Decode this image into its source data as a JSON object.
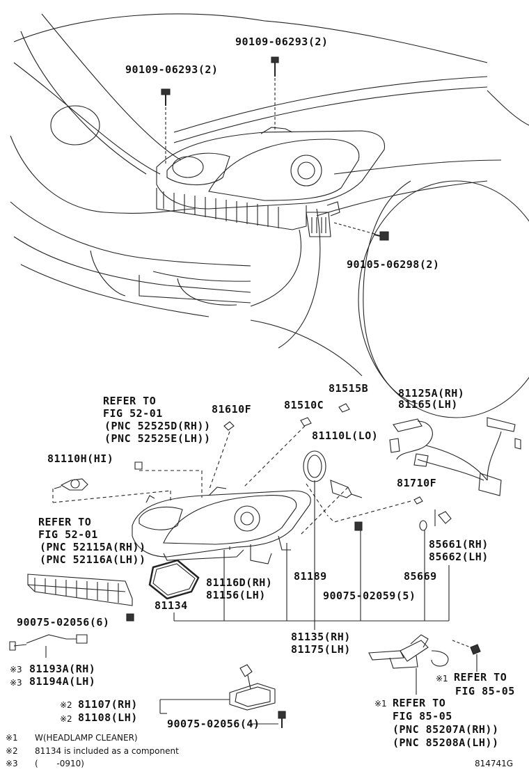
{
  "upper_labels": {
    "bolt_right": "90109-06293(2)",
    "bolt_left": "90109-06293(2)",
    "bolt_lower": "90105-06298(2)"
  },
  "parts": {
    "p81515b": "81515B",
    "p81125a": "81125A(RH)",
    "p81165": "81165(LH)",
    "refer_top_1": "REFER TO",
    "refer_top_2": "FIG 52-01",
    "refer_top_3": "(PNC 52525D(RH))",
    "refer_top_4": "(PNC 52525E(LH))",
    "p81610f": "81610F",
    "p81510c": "81510C",
    "p81110l": "81110L(LO)",
    "p81110h": "81110H(HI)",
    "p81710f": "81710F",
    "refer_mid_1": "REFER TO",
    "refer_mid_2": "FIG 52-01",
    "refer_mid_3": "(PNC 52115A(RH))",
    "refer_mid_4": "(PNC 52116A(LH))",
    "p85661": "85661(RH)",
    "p85662": "85662(LH)",
    "p81116d": "81116D(RH)",
    "p81156": "81156(LH)",
    "p81189": "81189",
    "p85669": "85669",
    "p81134": "81134",
    "p90075_5": "90075-02059(5)",
    "p90075_6": "90075-02056(6)",
    "p81135": "81135(RH)",
    "p81175": "81175(LH)",
    "p81193a": "81193A(RH)",
    "p81194a": "81194A(LH)",
    "mark3a": "※3",
    "mark3b": "※3",
    "mark1_refer": "※1",
    "refer_r1": "REFER TO",
    "refer_r2": "FIG 85-05",
    "mark2a": "※2",
    "mark2b": "※2",
    "p81107": "81107(RH)",
    "p81108": "81108(LH)",
    "p90075_4": "90075-02056(4)",
    "mark1b": "※1",
    "refer_b1": "REFER TO",
    "refer_b2": "FIG 85-05",
    "refer_b3": "(PNC 85207A(RH))",
    "refer_b4": "(PNC 85208A(LH))"
  },
  "footnotes": {
    "n1_mark": "※1",
    "n1_text": "W(HEADLAMP CLEANER)",
    "n2_mark": "※2",
    "n2_text": "81134 is included as a component",
    "n3_mark": "※3",
    "n3_text": "(       -0910)"
  },
  "figure_id": "814741G"
}
